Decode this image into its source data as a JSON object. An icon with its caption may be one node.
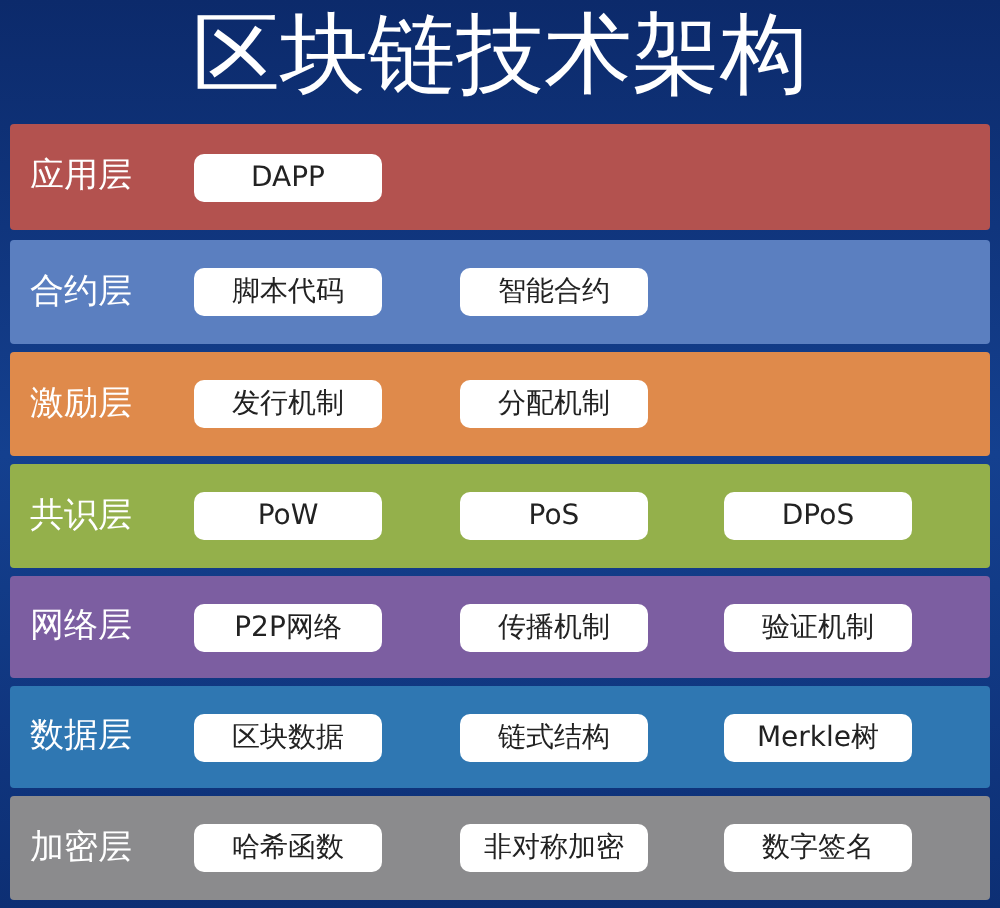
{
  "diagram": {
    "title": "区块链技术架构",
    "nodes": [
      {
        "text": [
          "应用层"
        ]
      },
      {
        "text": [
          "DAPP"
        ],
        "in": 0
      },
      {
        "text": [
          "合约层"
        ]
      },
      {
        "text": [
          "脚本代码"
        ],
        "in": 2
      },
      {
        "text": [
          "智能合约"
        ],
        "in": 2
      },
      {
        "text": [
          "激励层"
        ]
      },
      {
        "text": [
          "发行机制"
        ],
        "in": 5
      },
      {
        "text": [
          "分配机制"
        ],
        "in": 5
      },
      {
        "text": [
          "共识层"
        ]
      },
      {
        "text": [
          "PoW"
        ],
        "in": 8
      },
      {
        "text": [
          "PoS"
        ],
        "in": 8
      },
      {
        "text": [
          "DPoS"
        ],
        "in": 8
      },
      {
        "text": [
          "网络层"
        ]
      },
      {
        "text": [
          "P2P网络"
        ],
        "in": 12
      },
      {
        "text": [
          "传播机制"
        ],
        "in": 12
      },
      {
        "text": [
          "验证机制"
        ],
        "in": 12
      },
      {
        "text": [
          "数据层"
        ]
      },
      {
        "text": [
          "区块数据"
        ],
        "in": 16
      },
      {
        "text": [
          "链式结构"
        ],
        "in": 16
      },
      {
        "text": [
          "Merkle树"
        ],
        "in": 16
      },
      {
        "text": [
          "加密层"
        ]
      },
      {
        "text": [
          "哈希函数"
        ],
        "in": 20
      },
      {
        "text": [
          "非对称加密"
        ],
        "in": 20
      },
      {
        "text": [
          "数字签名"
        ],
        "in": 20
      }
    ]
  }
}
